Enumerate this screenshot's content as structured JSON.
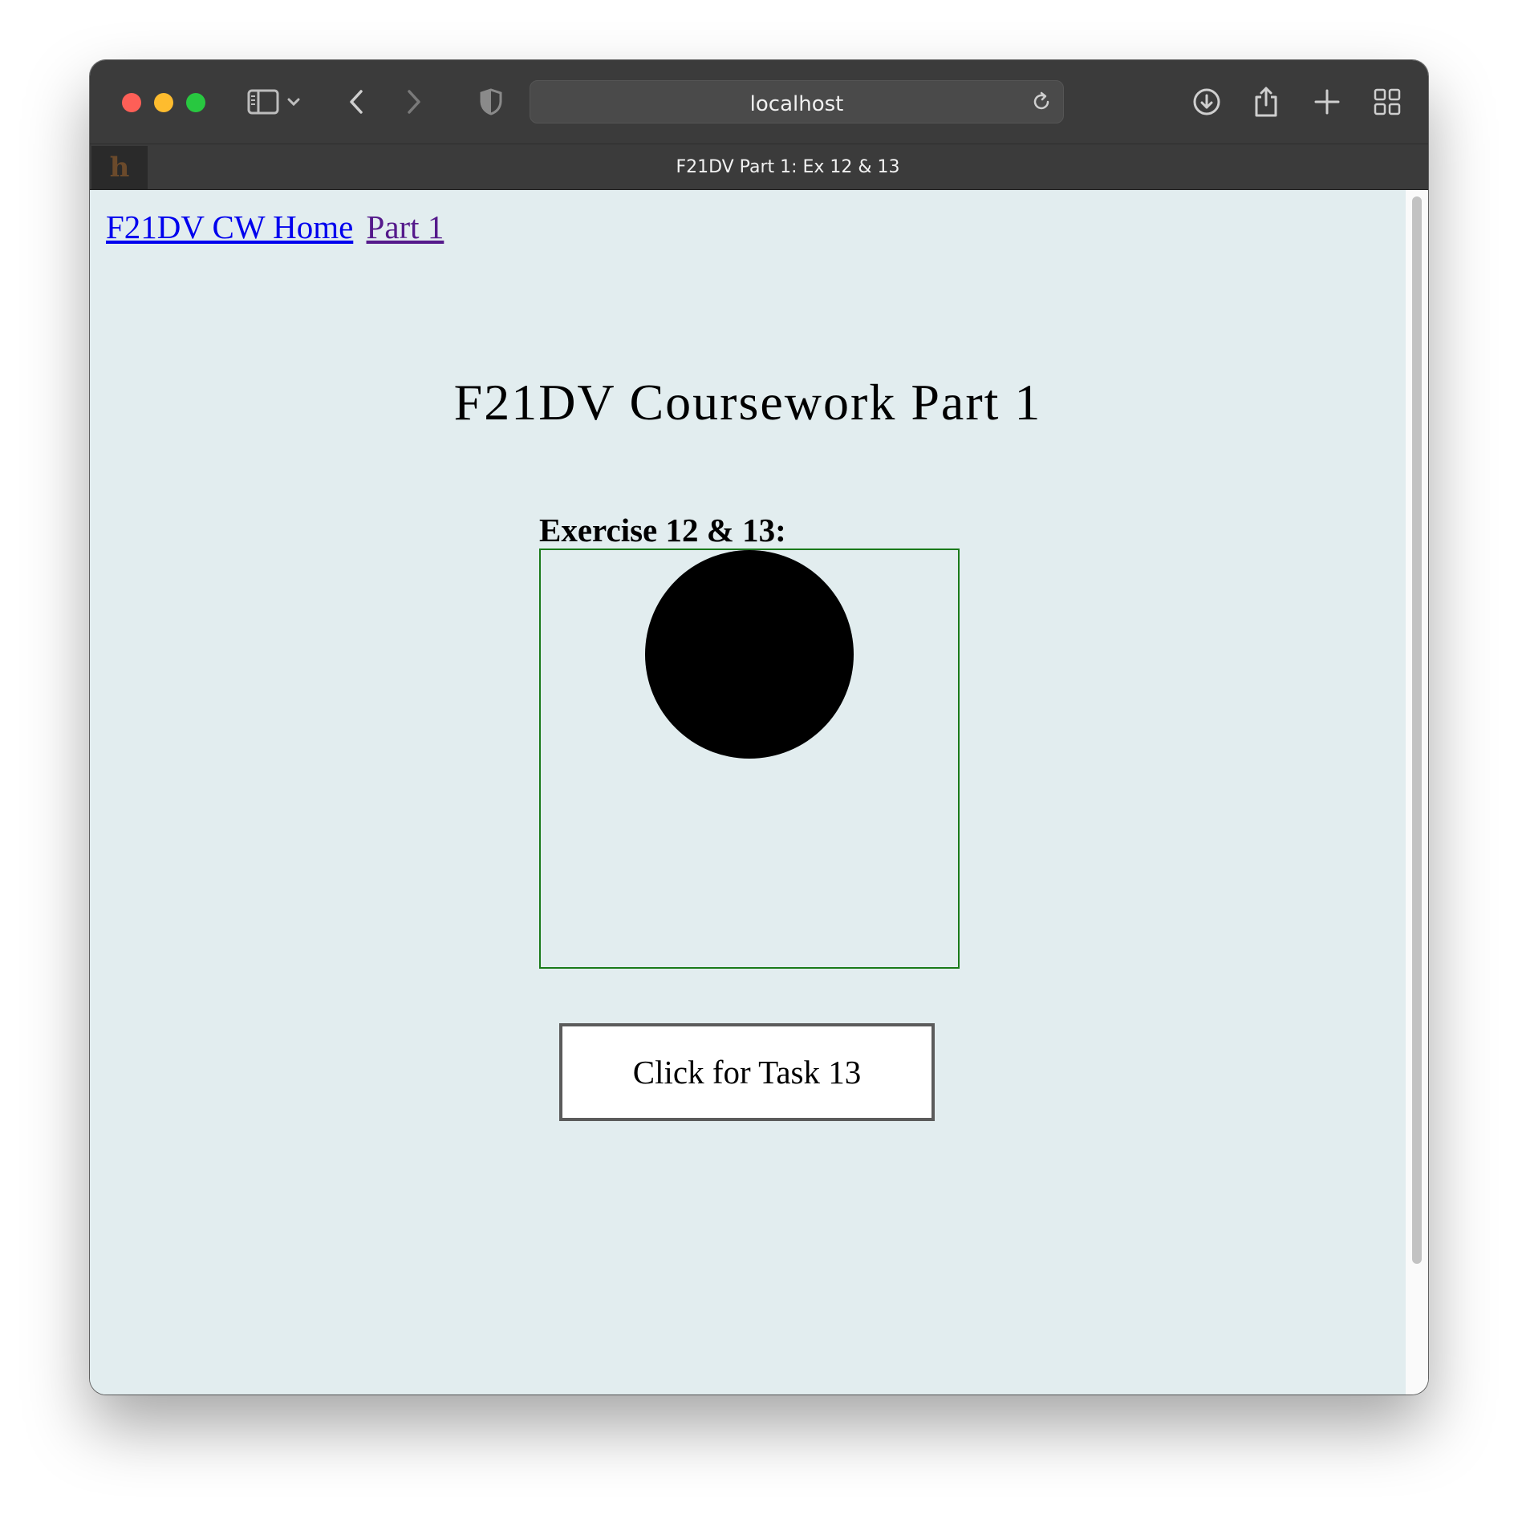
{
  "browser": {
    "url": "localhost",
    "tab_title": "F21DV Part 1: Ex 12 & 13",
    "favicon_letter": "h"
  },
  "nav": {
    "home_link": "F21DV CW Home",
    "part_link": "Part 1"
  },
  "page": {
    "title": "F21DV Coursework Part 1",
    "exercise_heading": "Exercise 12 & 13:",
    "button_label": "Click for Task 13"
  },
  "colors": {
    "page_background": "#e2edef",
    "svg_border": "#1a7a1a",
    "circle_fill": "#000000",
    "link_unvisited": "#0000ee",
    "link_visited": "#551a8b"
  }
}
